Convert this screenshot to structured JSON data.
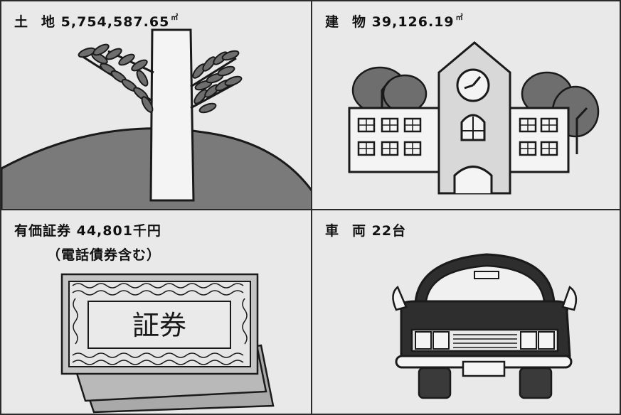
{
  "panels": {
    "land": {
      "label": "土",
      "label2": "地",
      "value": "5,754,587.65",
      "unit": "㎡"
    },
    "building": {
      "label": "建",
      "label2": "物",
      "value": "39,126.19",
      "unit": "㎡"
    },
    "securities": {
      "label": "有価証券 44,801千円",
      "note": "（電話債券含む）",
      "card_text": "証券"
    },
    "vehicles": {
      "label": "車",
      "label2": "両",
      "value": "22台"
    }
  },
  "colors": {
    "ink": "#1a1a1a",
    "hill": "#7a7a7a",
    "foliage": "#6e6e6e",
    "paper": "#f4f4f4",
    "card": "#b9b9b9"
  }
}
